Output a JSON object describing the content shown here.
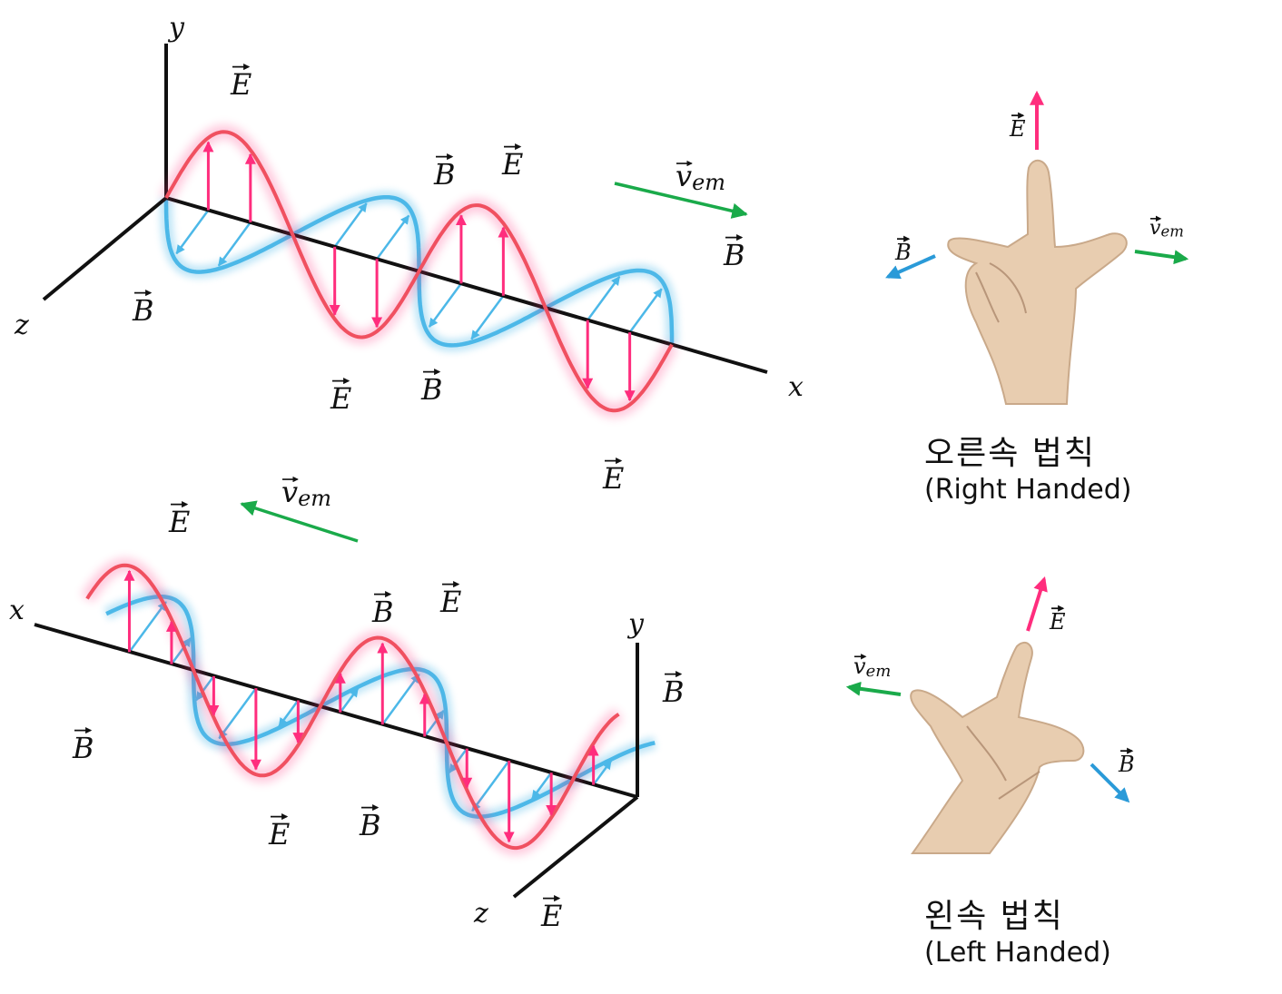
{
  "colors": {
    "efield": "#ff2d7d",
    "efield_line": "#f05060",
    "bfield": "#4cb8e8",
    "velocity": "#1aaa4a",
    "axis": "#111111",
    "skin": "#e8cdb0",
    "skin_shade": "#c9a98a"
  },
  "labels": {
    "E": "E",
    "B": "B",
    "v": "v",
    "v_sub": "em",
    "x": "x",
    "y": "y",
    "z": "z"
  },
  "right": {
    "title": "오른속 법칙",
    "subtitle": "(Right Handed)"
  },
  "left": {
    "title": "왼속 법칙",
    "subtitle": "(Left Handed)"
  },
  "icons": [
    "vector-arrow",
    "hand-icon"
  ]
}
